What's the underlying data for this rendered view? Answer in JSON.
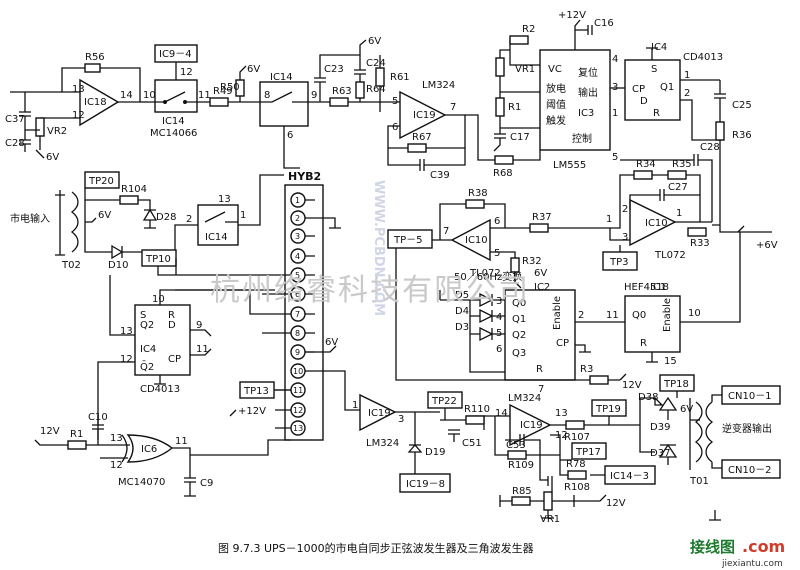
{
  "labels": {
    "ic9_4": "IC9－4",
    "ic14_left": "IC14",
    "mc14066": "MC14066",
    "ic18": "IC18",
    "r56": "R56",
    "vr2": "VR2",
    "c37": "C37",
    "c28": "C28",
    "v6_a": "6V",
    "r49": "R49",
    "r50": "R50",
    "v6_b": "6V",
    "ic14_mid": "IC14",
    "c23": "C23",
    "c24": "C24",
    "v6_c": "6V",
    "r63": "R63",
    "r64": "R64",
    "r61": "R61",
    "lm324_top": "LM324",
    "ic19_top": "IC19",
    "r67": "R67",
    "c39": "C39",
    "v12_top": "+12V",
    "c16": "C16",
    "r2": "R2",
    "vr1_top": "VR1",
    "r1": "R1",
    "c17": "C17",
    "ic3": "IC3",
    "ic3_vc": "VC",
    "ic3_discharge": "放电",
    "ic3_threshold": "阈值",
    "ic3_trigger": "触发",
    "ic3_reset": "复位",
    "ic3_output": "输出",
    "ic3_control": "控制",
    "lm555": "LM555",
    "r68": "R68",
    "ic4_top": "IC4",
    "cd4013_top": "CD4013",
    "c25": "C25",
    "r36": "R36",
    "tp20": "TP20",
    "r104": "R104",
    "d28": "D28",
    "mains_input": "市电输入",
    "v6_d": "6V",
    "t02": "T02",
    "d10": "D10",
    "hyb": "HYB2",
    "ic14_lower": "IC14",
    "tp10": "TP10",
    "ic4_mid": "IC4",
    "cd4013_mid": "CD4013",
    "tp13": "TP13",
    "v12_mid": "+12V",
    "v6_e": "6V",
    "r38": "R38",
    "tp5": "TP－5",
    "ic10_mid": "IC10",
    "tl072_mid": "TL072",
    "r37": "R37",
    "r32": "R32",
    "v6_f": "6V",
    "freq_switch": "50／60Hz变换",
    "r34": "R34",
    "r35": "R35",
    "c28b": "C28",
    "c27": "C27",
    "ic10_right": "IC10",
    "tl072_right": "TL072",
    "r33": "R33",
    "v6_plus": "+6V",
    "tp3": "TP3",
    "hef4518": "HEF4518",
    "ic1": "IC1",
    "ic2": "IC2",
    "enable": "Enable",
    "d5": "D5",
    "d4": "D4",
    "d3": "D3",
    "r3": "R3",
    "v12_c": "12V",
    "lm324_bottom": "LM324",
    "ic19_bot": "IC19",
    "tp22": "TP22",
    "r110": "R110",
    "c51": "C51",
    "lm324_mid": "LM324",
    "ic19_b2": "IC19",
    "c53": "C53",
    "r109": "R109",
    "tp19": "TP19",
    "r107": "R107",
    "r78": "R78",
    "tp17": "TP17",
    "ic14_3": "IC14－3",
    "tp18": "TP18",
    "d38": "D38",
    "d39": "D39",
    "d37": "D37",
    "v6_g": "6V",
    "cn10_1": "CN10－1",
    "cn10_2": "CN10－2",
    "inverter_out": "逆变器输出",
    "t01": "T01",
    "ic19_8": "IC19－8",
    "d19": "D19",
    "r85": "R85",
    "r108": "R108",
    "vr1_bot": "VR1",
    "v12_bot": "12V",
    "v12_left": "12V",
    "r1_left": "R1",
    "c10": "C10",
    "ic6": "IC6",
    "mc14070": "MC14070",
    "c9": "C9",
    "caption": "图 9.7.3  UPS－1000的市电自同步正弦波发生器及三角波发生器"
  },
  "watermark": {
    "company": "杭州络睿科技有限公司",
    "vertical": "WWW.PCBDN.COM"
  },
  "logo": {
    "cn": "接线图",
    "dotcom": ".com",
    "site": "jiexiantu.com"
  },
  "colors": {
    "ink": "#111111",
    "watermark": "#c9c9c9",
    "logo_green": "#1d7a2e",
    "logo_red": "#d23a2a"
  }
}
